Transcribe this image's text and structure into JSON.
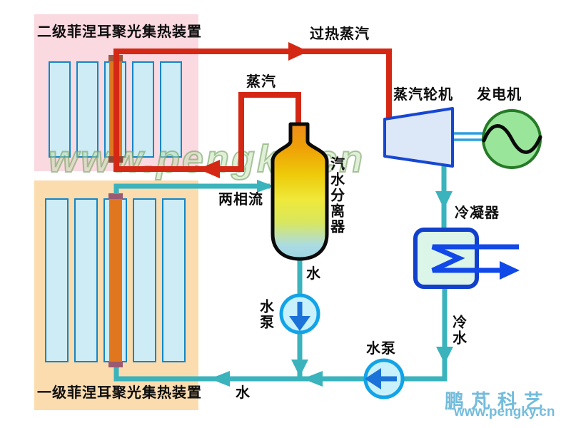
{
  "labels": {
    "secondary_collector": "二级菲涅耳聚光集热装置",
    "primary_collector": "一级菲涅耳聚光集热装置",
    "superheated_steam": "过热蒸汽",
    "steam": "蒸汽",
    "steam_turbine": "蒸汽轮机",
    "generator": "发电机",
    "separator": "汽水分离器",
    "two_phase_flow": "两相流",
    "water_from_separator": "水",
    "pump_upper": "水泵",
    "condenser": "冷凝器",
    "cold_water": "冷水",
    "pump_lower": "水泵",
    "water_return": "水"
  },
  "watermark": "www.pengky.cn",
  "logo": {
    "brand": "鹏芃科艺",
    "site": "www.pengky.cn"
  },
  "colors": {
    "steam_pipe_red": "#d42814",
    "water_pipe_teal": "#3ab3bc",
    "secondary_box_pink": "#fad9e1",
    "primary_box_orange": "#fbdcae",
    "panel_fill": "#cdecf6",
    "panel_border": "#1585c5",
    "absorber_tube_orange": "#e0771e",
    "turbine_fill": "#dce7f7",
    "turbine_border": "#1747d1",
    "generator_fill": "#99e69b",
    "generator_border": "#267a26",
    "condenser_fill": "#dcf5e9",
    "condenser_border": "#1040cc",
    "condenser_coil_blue": "#1148e8",
    "pump_fill": "#c9f1fb",
    "pump_border": "#12a3e8",
    "pump_arrow_blue": "#1b72d8",
    "logo_blue": "#74bcdc"
  }
}
